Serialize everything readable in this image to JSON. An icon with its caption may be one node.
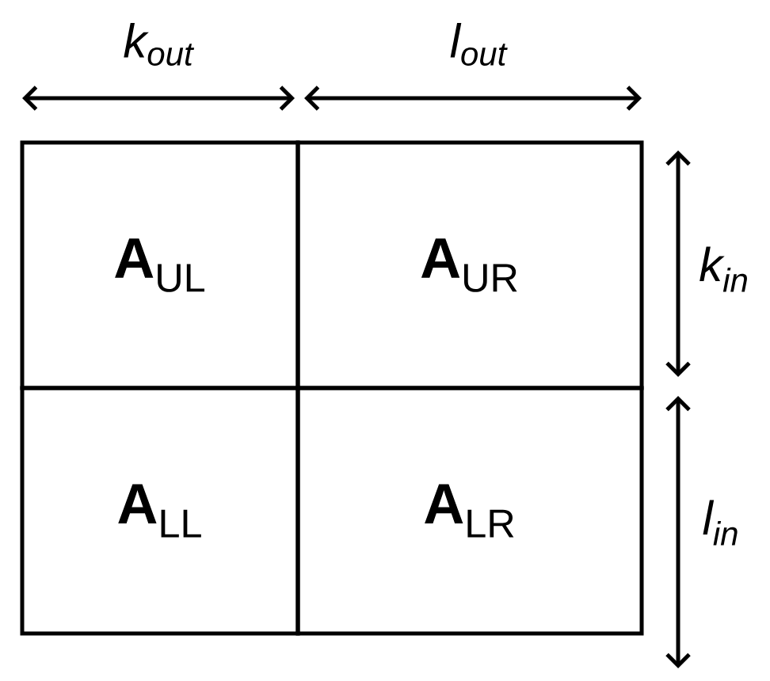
{
  "diagram": {
    "nodes": [
      {
        "text": [
          "**A**$_{UL}$"
        ]
      },
      {
        "text": [
          "**A**$_{UR}$"
        ]
      },
      {
        "text": [
          "**A**$_{LL}$"
        ]
      },
      {
        "text": [
          "**A**$_{LR}$"
        ]
      }
    ],
    "labels": [
      "k$_{out}$",
      "l$_{out}$",
      "k$_{in}$",
      "l$_{in}$"
    ]
  }
}
